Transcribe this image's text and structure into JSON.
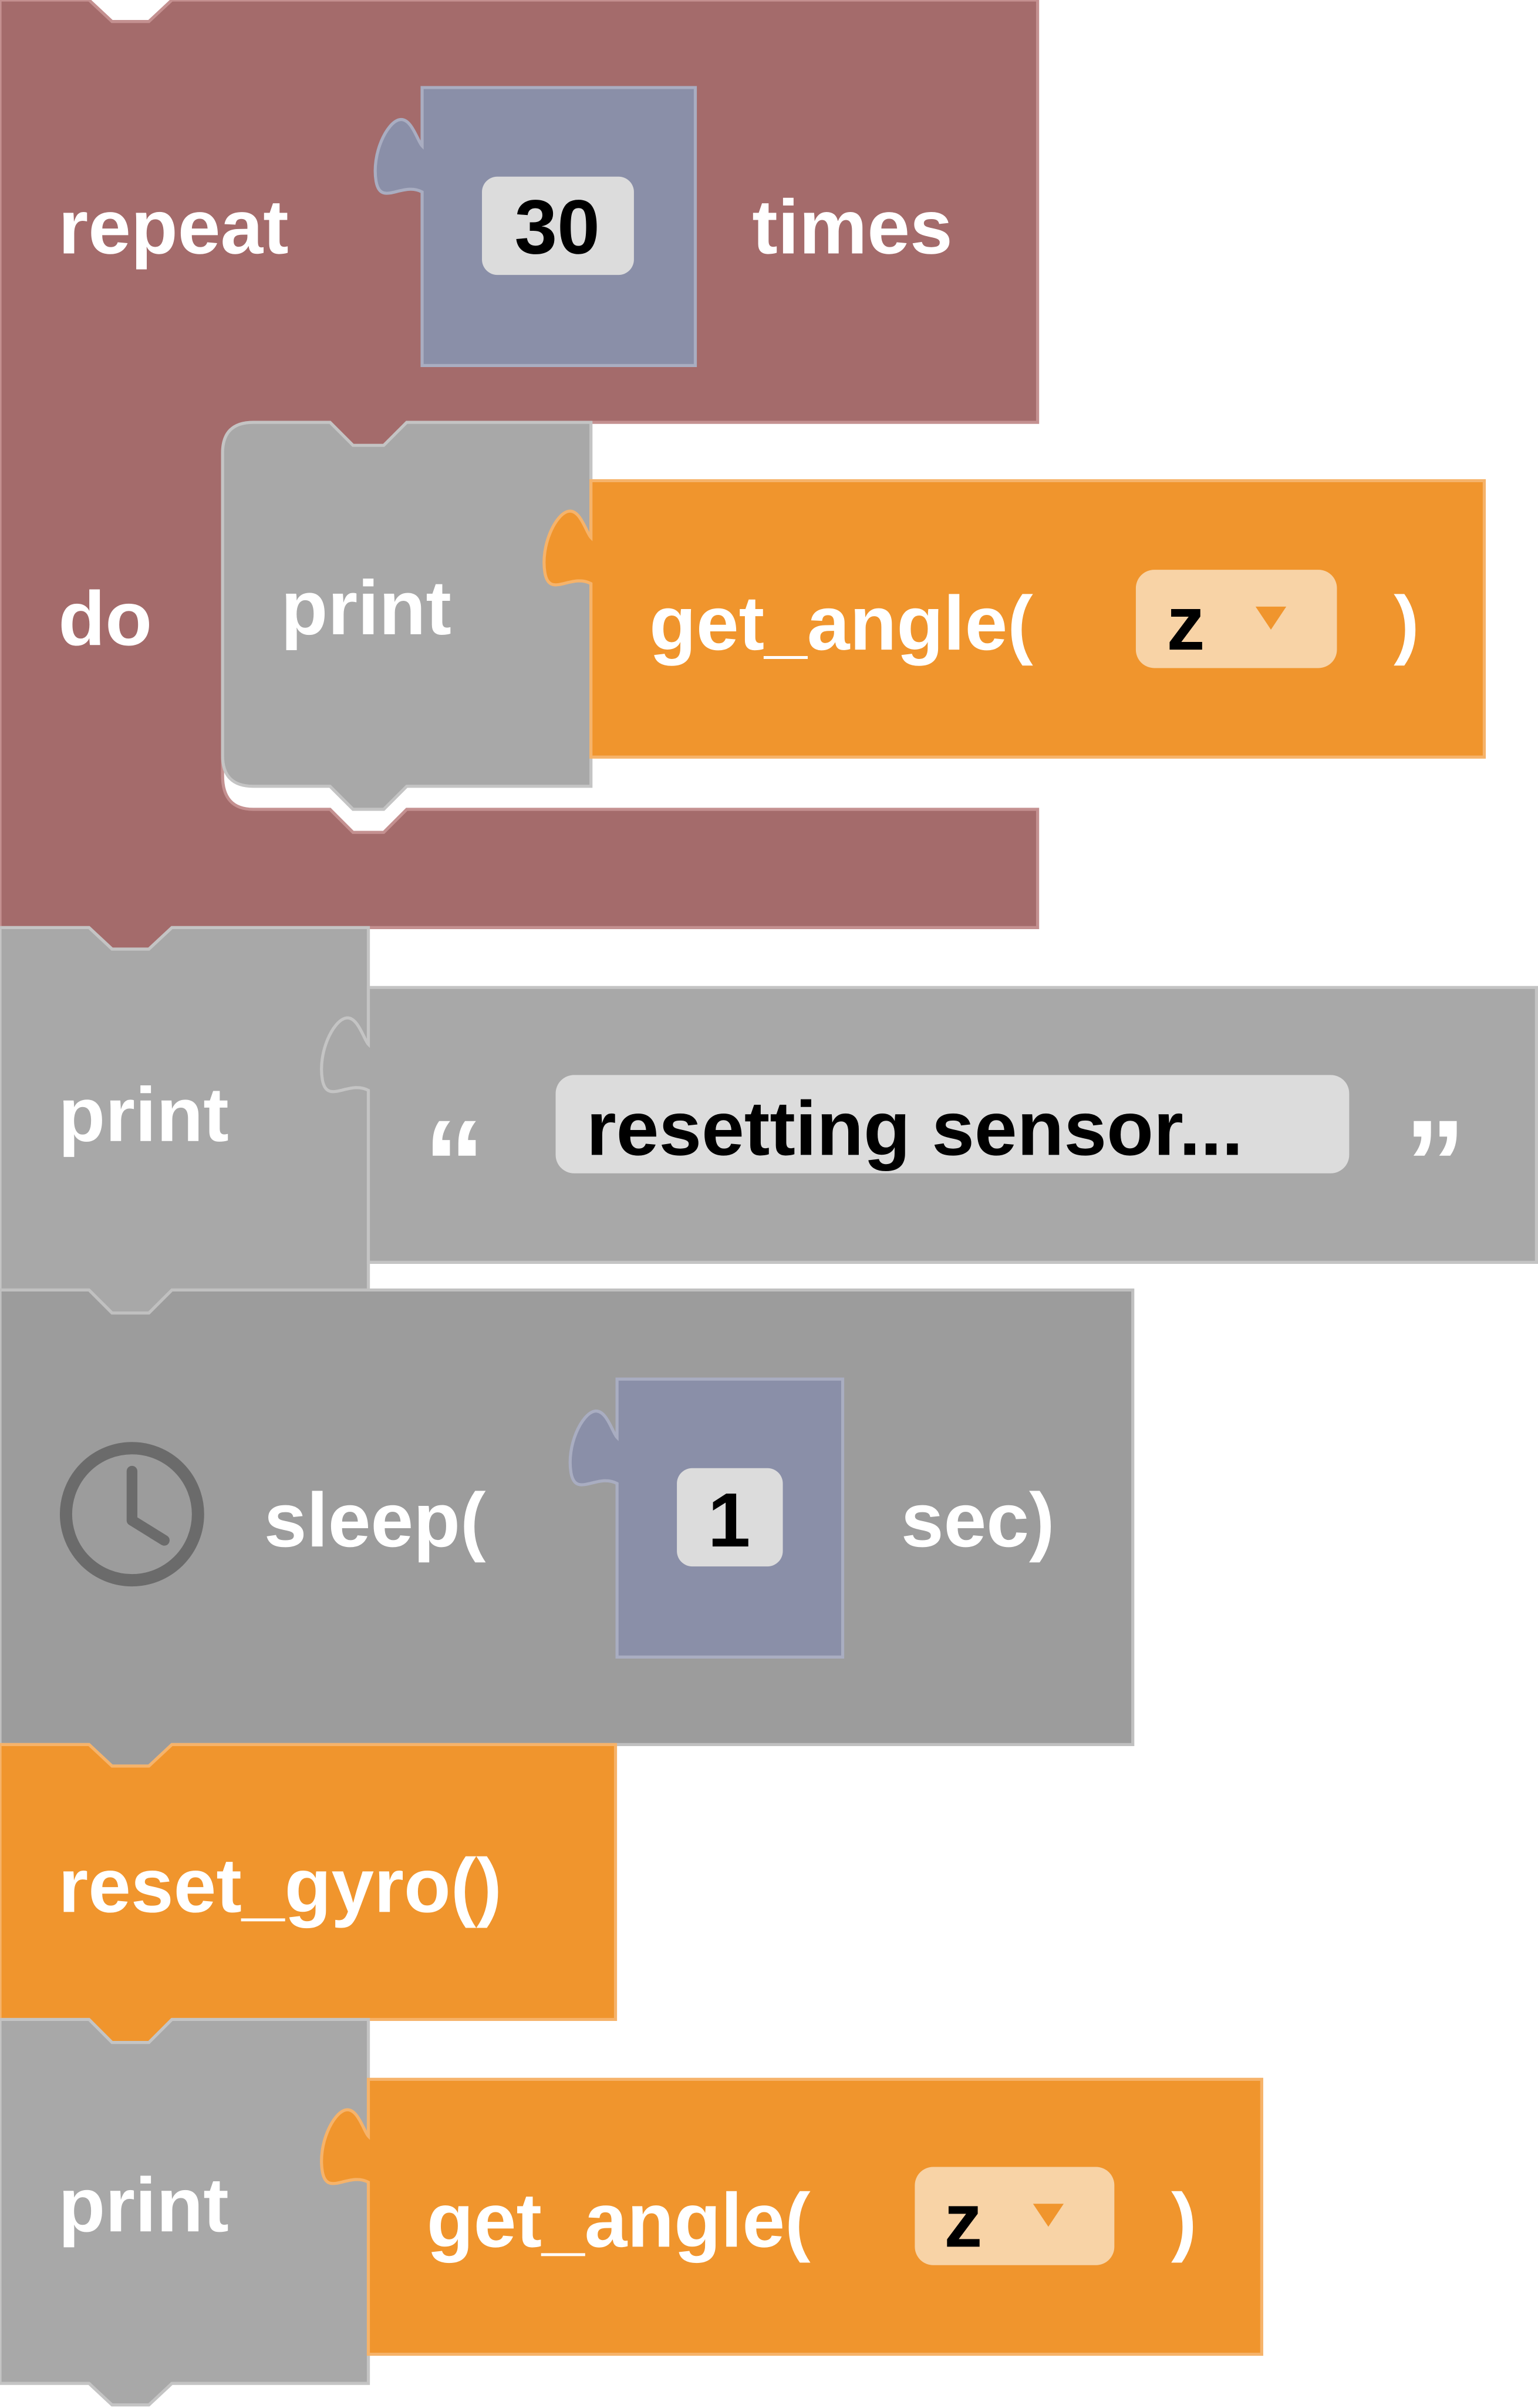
{
  "blocks": {
    "repeat": {
      "label_before": "repeat",
      "count": "30",
      "label_after": "times",
      "do_label": "do"
    },
    "print_inner": {
      "label": "print"
    },
    "get_angle_1": {
      "label": "get_angle(",
      "axis": "z",
      "close": ")"
    },
    "print_text": {
      "label": "print",
      "open_quote": "“",
      "text": "resetting sensor...",
      "close_quote": "”"
    },
    "sleep": {
      "icon": "clock-icon",
      "label": "sleep(",
      "seconds": "1",
      "unit": "sec)"
    },
    "reset_gyro": {
      "label": "reset_gyro()"
    },
    "print_last": {
      "label": "print"
    },
    "get_angle_2": {
      "label": "get_angle(",
      "axis": "z",
      "close": ")"
    }
  },
  "colors": {
    "loop_block": "#a46b6b",
    "loop_border": "#c49090",
    "text_block": "#a8a8a8",
    "text_block_border": "#c4c4c4",
    "time_block": "#9c9c9c",
    "time_block_border": "#c0c0c0",
    "function_block": "#f0952d",
    "function_border": "#f6b36a",
    "number_block": "#8a8fa8",
    "number_border": "#a9adc1",
    "field_bg": "#dcdcdc",
    "dropdown_bg": "#f8d3a6"
  }
}
